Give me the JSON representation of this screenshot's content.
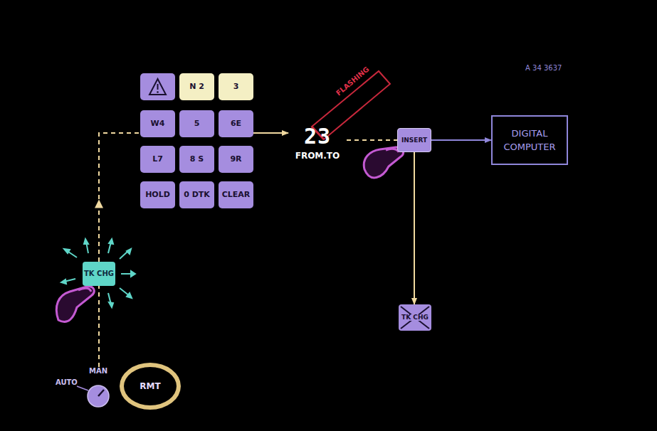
{
  "diagram": {
    "nodes": [
      {
        "text": [
          "N 2"
        ]
      },
      {
        "text": [
          "3"
        ]
      },
      {
        "text": [
          "W4"
        ]
      },
      {
        "text": [
          "5"
        ]
      },
      {
        "text": [
          "6E"
        ]
      },
      {
        "text": [
          "L7"
        ]
      },
      {
        "text": [
          "8 S"
        ]
      },
      {
        "text": [
          "9R"
        ]
      },
      {
        "text": [
          "HOLD"
        ]
      },
      {
        "text": [
          "0 DTK"
        ]
      },
      {
        "text": [
          "CLEAR"
        ]
      },
      {
        "text": [
          "23",
          "FROM.TO"
        ]
      },
      {
        "text": [
          "INSERT"
        ]
      },
      {
        "text": [
          "DIGITAL COMPUTER"
        ]
      },
      {
        "text": [
          "MAN"
        ]
      },
      {
        "text": [
          "TK CHG"
        ]
      },
      {
        "text": [
          "TK CHG"
        ]
      },
      {
        "text": [
          "RMT"
        ]
      }
    ],
    "edges": [
      {
        "from": 14,
        "to": 15,
        "arrow": "none"
      },
      {
        "from": 15,
        "to": 2,
        "arrow": "to"
      },
      {
        "from": 4,
        "to": 11,
        "arrow": "to"
      },
      {
        "from": 11,
        "to": 12,
        "arrow": "none"
      },
      {
        "from": 12,
        "to": 13,
        "arrow": "to"
      },
      {
        "from": 12,
        "to": 16,
        "arrow": "to"
      }
    ],
    "labels": [
      "FLASHING",
      "AUTO",
      "A 34 3637"
    ]
  }
}
